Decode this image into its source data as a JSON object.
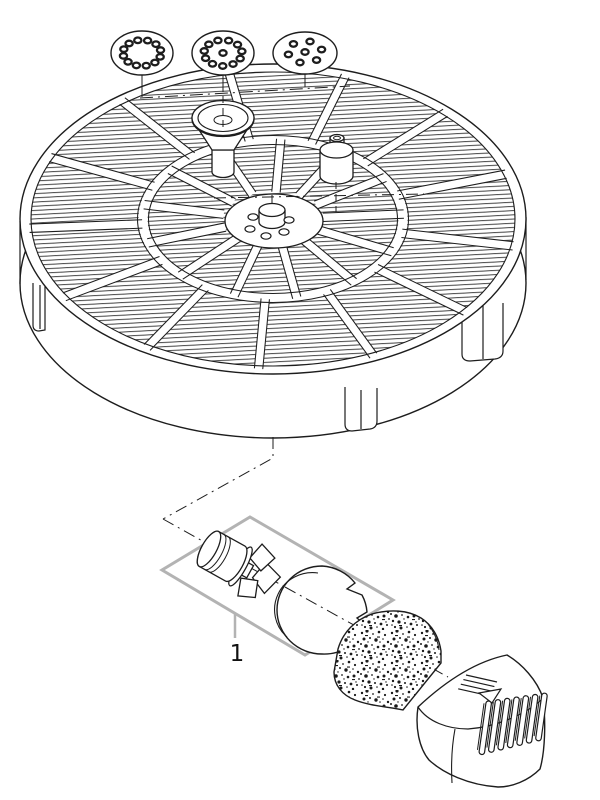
{
  "diagram": {
    "type": "exploded-parts-drawing",
    "callout": {
      "label": "1"
    },
    "colors": {
      "line": "#1d1d1d",
      "accent_box": "#b3b3b3",
      "background": "#ffffff"
    },
    "parts": [
      "spray-head-ring-holes",
      "spray-head-ring-center-hole",
      "spray-head-six-holes",
      "float-disc",
      "riser-funnel",
      "nozzle-adapter",
      "center-hub",
      "rotor-impeller-assembly",
      "pump-cover",
      "filter-foam",
      "pump-housing"
    ]
  }
}
